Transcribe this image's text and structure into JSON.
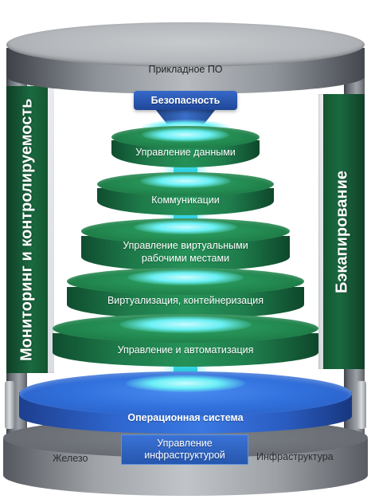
{
  "top_label": "Прикладное ПО",
  "left_label": "Мониторинг и контролируемость",
  "right_label": "Бэкапирование",
  "security_label": "Безопасность",
  "layers": [
    "Управление данными",
    "Коммуникации",
    "Управление виртуальными рабочими местами",
    "Виртуализация, контейнеризация",
    "Управление и автоматизация"
  ],
  "layer3_lines": [
    "Управление виртуальными",
    "рабочими местами"
  ],
  "os_label": "Операционная система",
  "infra_lines": [
    "Управление",
    "инфраструктурой"
  ],
  "bottom_left_label": "Железо",
  "bottom_right_label": "Инфраструктура",
  "colors": {
    "frame_gray": "#8d9298",
    "green": "#22884f",
    "blue": "#3272de",
    "glow": "#3fe0e8"
  }
}
